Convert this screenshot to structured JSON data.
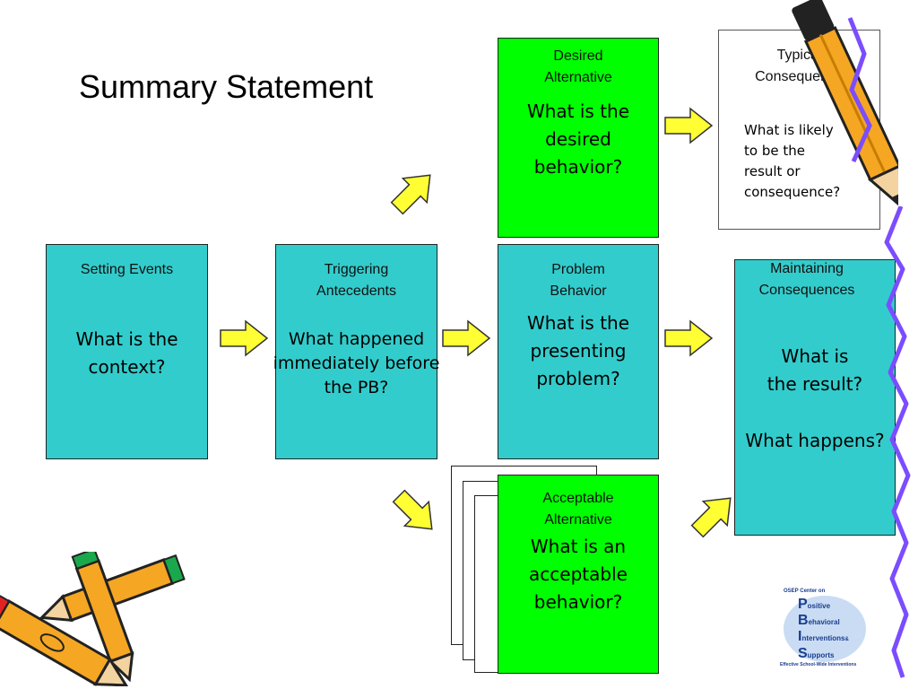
{
  "slide": {
    "title": "Summary Statement"
  },
  "boxes": {
    "setting_events": {
      "header": "Setting Events",
      "question_lines": [
        "What is the",
        "context?"
      ]
    },
    "triggering_antecedents": {
      "header_lines": [
        "Triggering",
        "Antecedents"
      ],
      "question_lines": [
        "What happened",
        "immediately before",
        "the PB?"
      ]
    },
    "problem_behavior": {
      "header_lines": [
        "Problem",
        "Behavior"
      ],
      "question_lines": [
        "What is the",
        "presenting",
        "problem?"
      ]
    },
    "maintaining_consequences": {
      "header_lines": [
        "Maintaining",
        "Consequences"
      ],
      "question_lines": [
        "What is",
        "the result?"
      ],
      "question2": "What happens?"
    },
    "desired_alternative": {
      "header_lines": [
        "Desired",
        "Alternative"
      ],
      "question_lines": [
        "What is the",
        "desired",
        "behavior?"
      ]
    },
    "typical_consequence": {
      "header_lines": [
        "Typical",
        "Consequence"
      ],
      "question_lines": [
        "What is likely",
        "to be the",
        "result or",
        "consequence?"
      ]
    },
    "acceptable_alternative": {
      "header_lines": [
        "Acceptable",
        "Alternative"
      ],
      "question_lines": [
        "What is an",
        "acceptable",
        "behavior?"
      ]
    }
  },
  "logo": {
    "top_text": "OSEP Center on",
    "letters": [
      "P",
      "B",
      "I",
      "S"
    ],
    "words": [
      "ositive",
      "ehavioral",
      "nterventions",
      "upports"
    ],
    "amp": "&",
    "bottom_text": "Effective School-Wide Interventions"
  },
  "colors": {
    "teal": "#33cccc",
    "green": "#00ff00",
    "arrow_fill": "#ffff33",
    "pencil_orange": "#f5a623",
    "squiggle_purple": "#7b4dff"
  }
}
